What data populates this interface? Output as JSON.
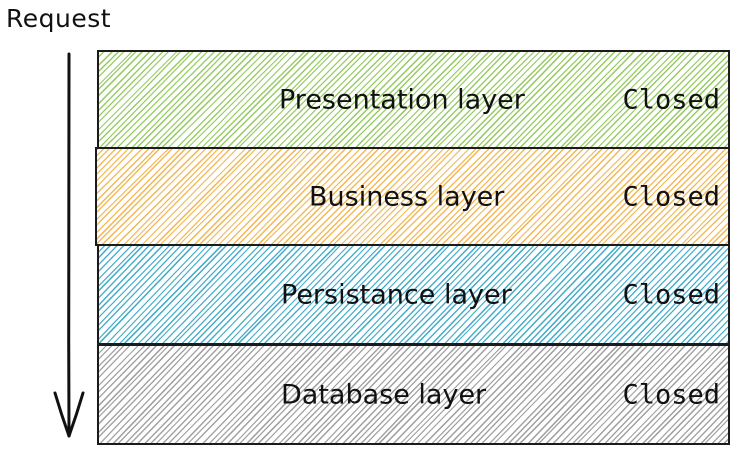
{
  "diagram": {
    "request_label": "Request",
    "layers": [
      {
        "name": "Presentation layer",
        "status": "Closed",
        "color": "#7fbf3f"
      },
      {
        "name": "Business layer",
        "status": "Closed",
        "color": "#f0a830"
      },
      {
        "name": "Persistance layer",
        "status": "Closed",
        "color": "#1f9bbf"
      },
      {
        "name": "Database layer",
        "status": "Closed",
        "color": "#8c8c8c"
      }
    ]
  }
}
